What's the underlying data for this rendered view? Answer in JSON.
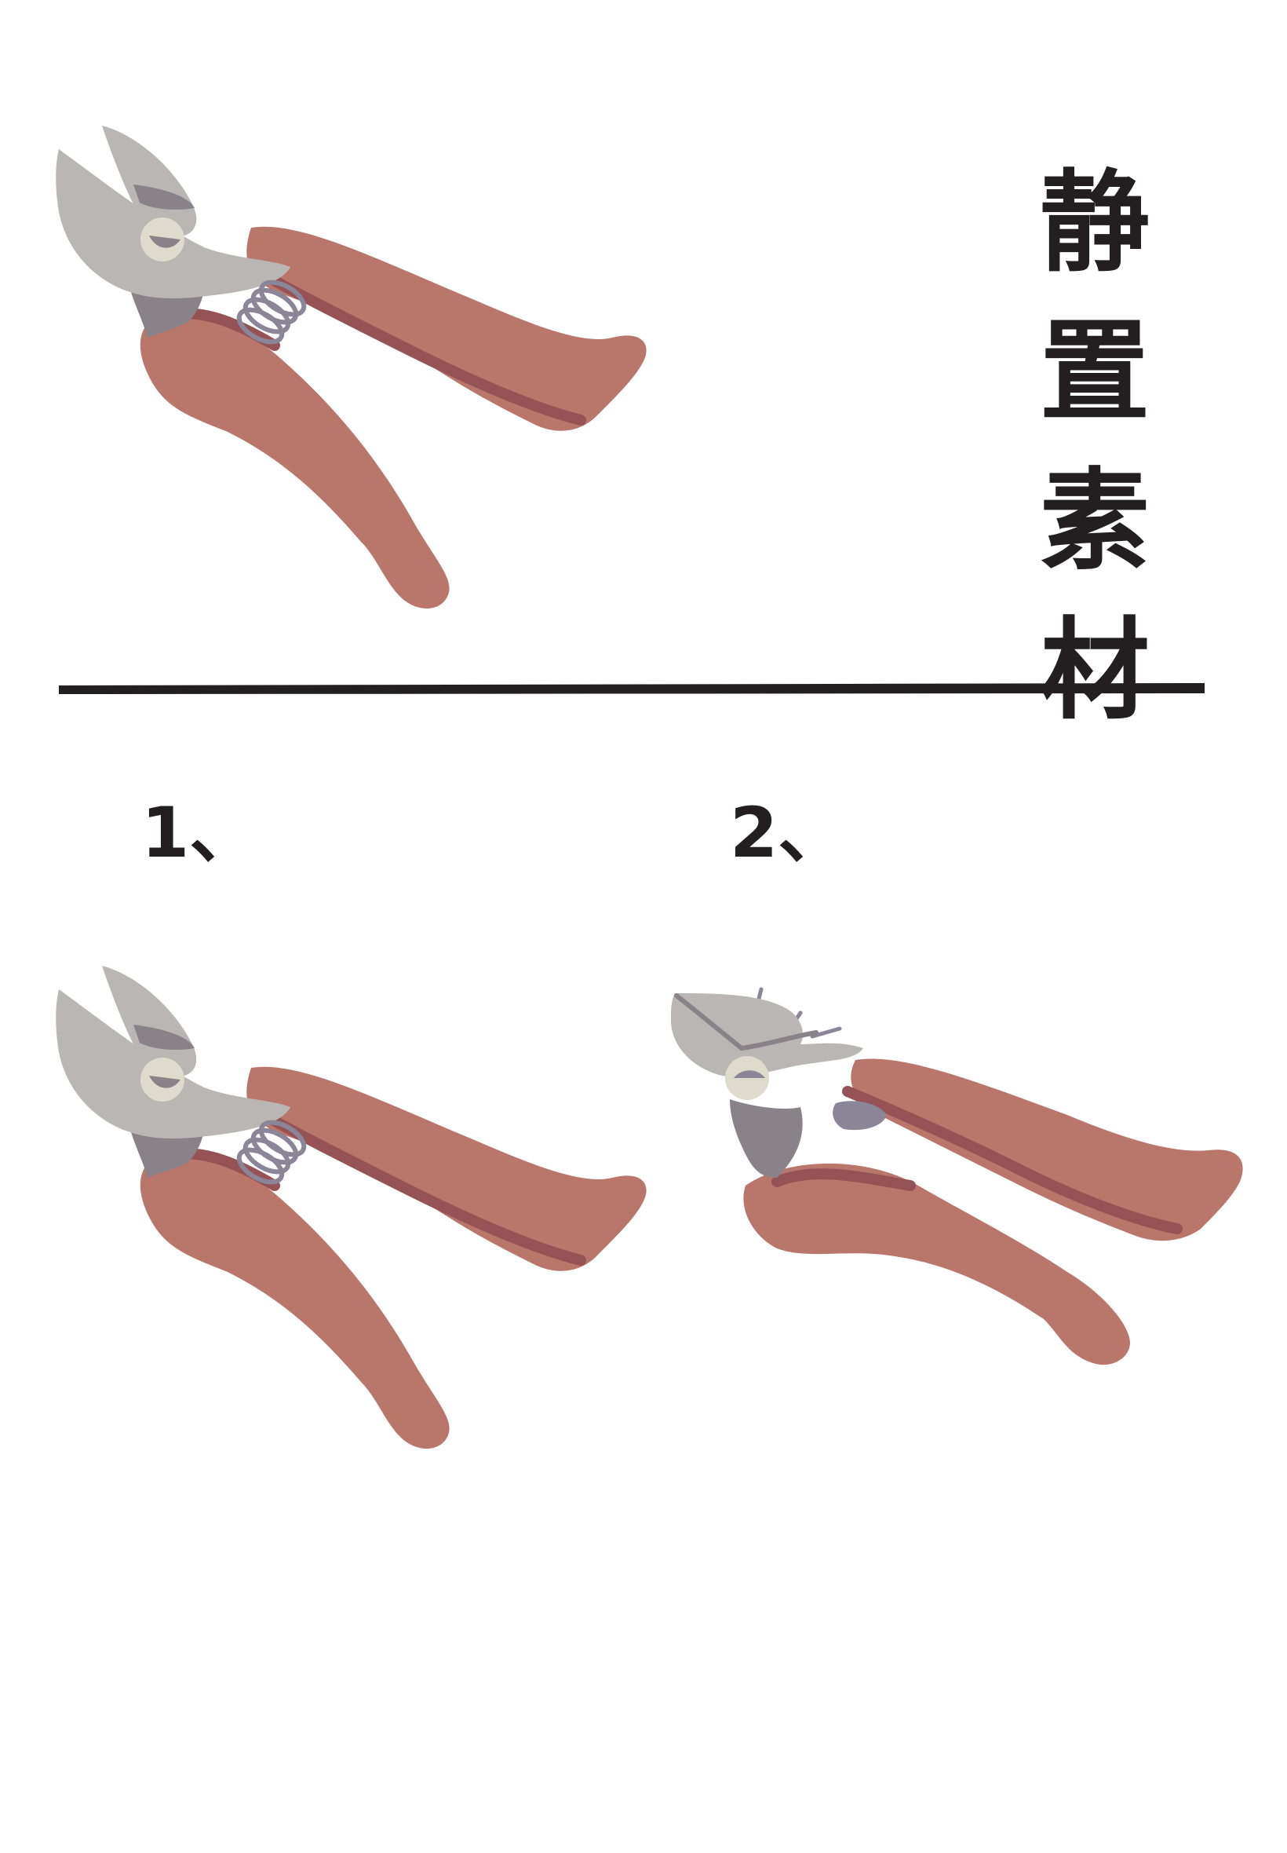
{
  "title_chars": [
    "静",
    "置",
    "素",
    "材"
  ],
  "steps": [
    {
      "label": "1、"
    },
    {
      "label": "2、"
    }
  ],
  "colors": {
    "handle": "#b9766b",
    "handle_shadow": "#955356",
    "blade": "#b9b6b3",
    "blade_dark": "#8a8289",
    "pivot": "#dedbcc",
    "spring": "#8a8597",
    "ink": "#231f20"
  },
  "illustrations": [
    {
      "name": "pruning-shears-static",
      "state": "open"
    },
    {
      "name": "pruning-shears-step-1",
      "state": "open"
    },
    {
      "name": "pruning-shears-step-2",
      "state": "closed"
    }
  ]
}
